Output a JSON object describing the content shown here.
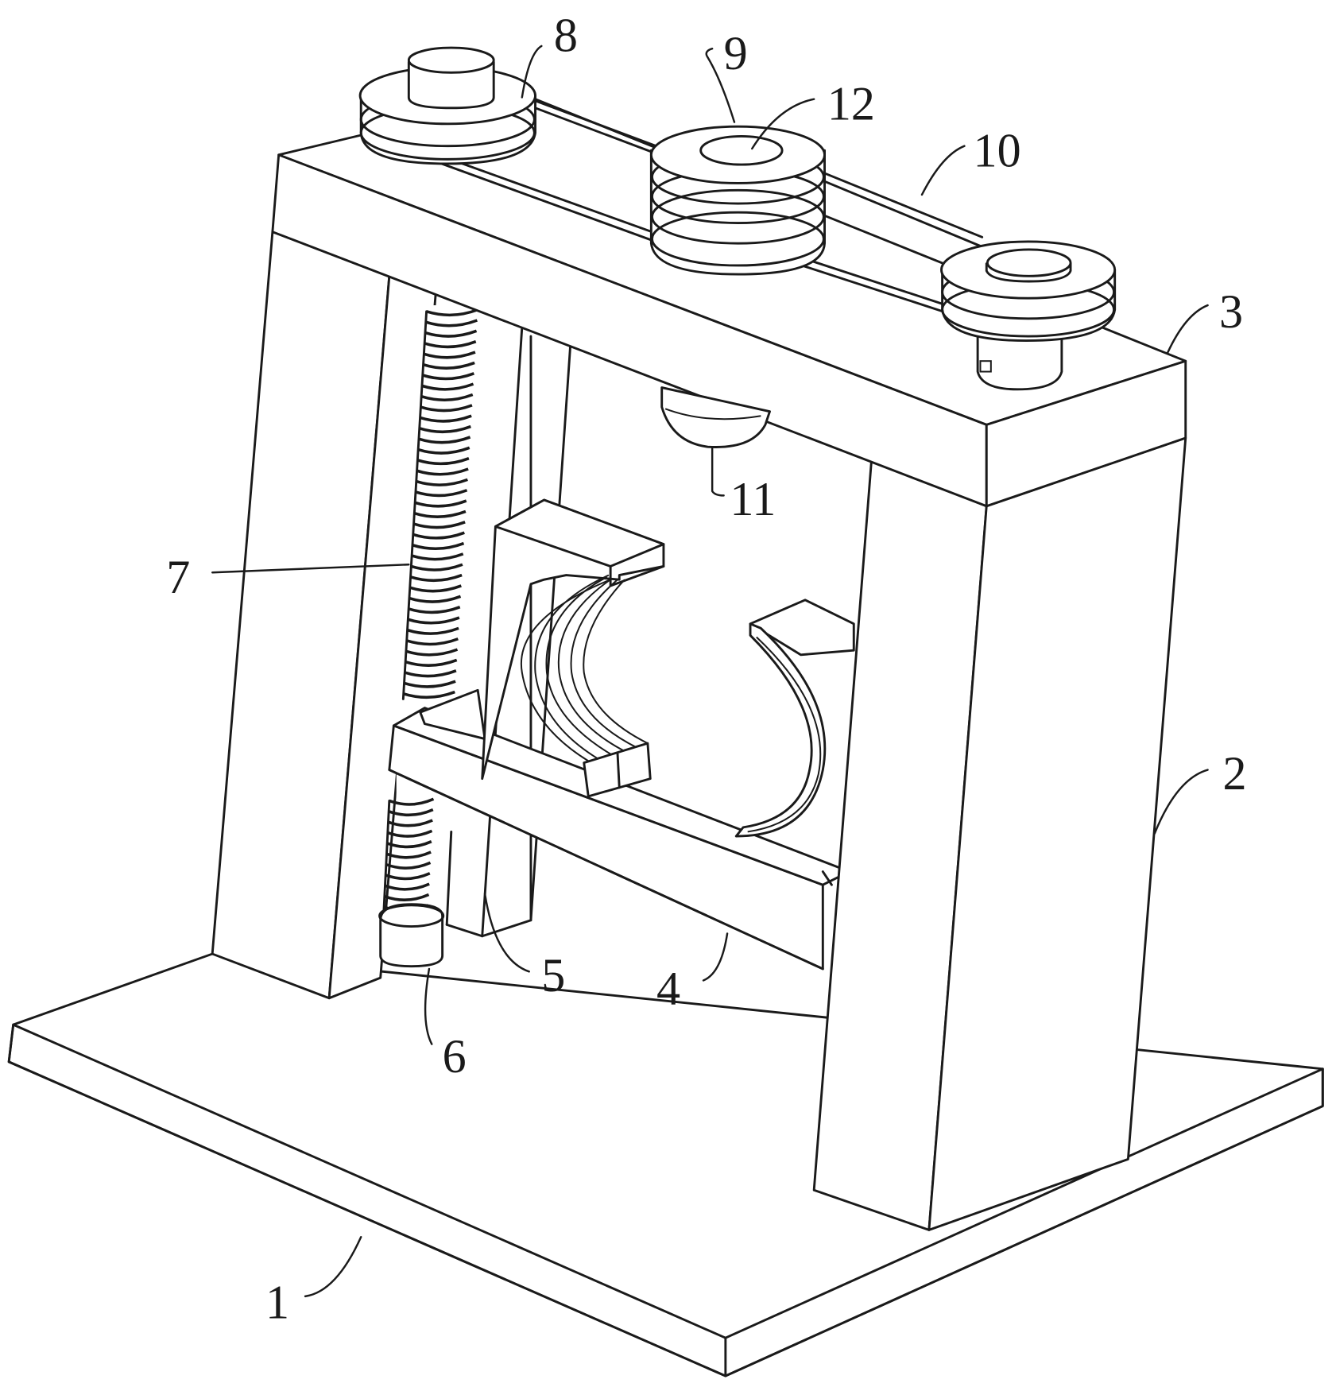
{
  "figure": {
    "type": "patent perspective drawing",
    "subject": "pipe clamping frame with lead-screw lift and belt-driven pulleys",
    "colors": {
      "line": "#1a1a1a",
      "background": "#ffffff"
    },
    "labels": [
      {
        "id": "1",
        "text": "1",
        "part": "base plate"
      },
      {
        "id": "2",
        "text": "2",
        "part": "right column"
      },
      {
        "id": "3",
        "text": "3",
        "part": "top beam"
      },
      {
        "id": "4",
        "text": "4",
        "part": "cross beam"
      },
      {
        "id": "5",
        "text": "5",
        "part": "guide post"
      },
      {
        "id": "6",
        "text": "6",
        "part": "screw bearing seat"
      },
      {
        "id": "7",
        "text": "7",
        "part": "lead screw"
      },
      {
        "id": "8",
        "text": "8",
        "part": "motor pulley"
      },
      {
        "id": "9",
        "text": "9",
        "part": "middle pulley"
      },
      {
        "id": "10",
        "text": "10",
        "part": "belt"
      },
      {
        "id": "11",
        "text": "11",
        "part": "nozzle"
      },
      {
        "id": "12",
        "text": "12",
        "part": "shaft cap"
      }
    ]
  }
}
